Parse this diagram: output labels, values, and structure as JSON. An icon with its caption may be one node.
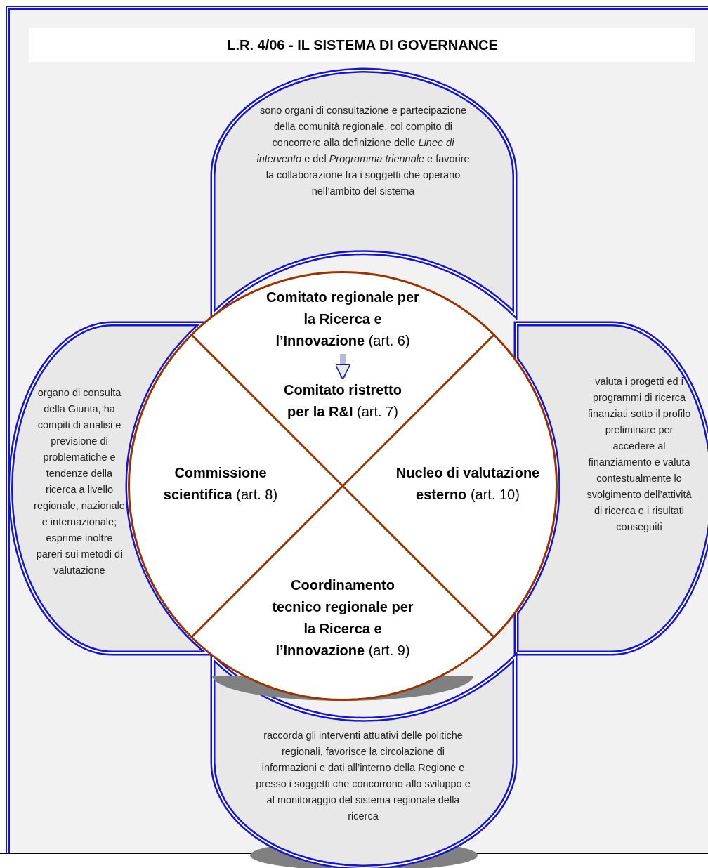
{
  "diagram": {
    "title": "L.R. 4/06 - IL SISTEMA DI GOVERNANCE",
    "nodes": [
      {
        "text": [
          "sono organi di consultazione e partecipazione della comunità regionale, col compito di concorrere alla definizione delle *Linee di intervento* e del *Programma triennale* e favorire la collaborazione fra i soggetti che operano nell’ambito del sistema"
        ]
      },
      {
        "text": [
          "organo di consulta della Giunta, ha compiti di analisi e previsione di problematiche e tendenze della ricerca a livello regionale, nazionale e internazionale; esprime inoltre pareri sui metodi di valutazione"
        ]
      },
      {
        "text": [
          "valuta i progetti ed i programmi di ricerca finanziati sotto il profilo preliminare per accedere al finanziamento e valuta contestualmente lo svolgimento dell’attività di ricerca e i risultati conseguiti"
        ]
      },
      {
        "text": [
          "raccorda gli interventi attuativi delle politiche regionali, favorisce la circolazione di informazioni e dati all’interno della Regione e presso i soggetti che concorrono allo sviluppo e al monitoraggio del sistema regionale della ricerca"
        ]
      },
      {
        "text": [],
        "shape": "circle"
      },
      {
        "text": [
          "**Comitato regionale per la Ricerca e l’Innovazione** (art. 6)"
        ],
        "in": 4
      },
      {
        "text": [
          "**Comitato ristretto per la R&I** (art. 7)"
        ],
        "in": 4
      },
      {
        "text": [
          "**Commissione scientifica** (art. 8)"
        ],
        "in": 4
      },
      {
        "text": [
          "**Nucleo di valutazione esterno** (art. 10)"
        ],
        "in": 4
      },
      {
        "text": [
          "**Coordinamento tecnico regionale per la Ricerca e l’Innovazione** (art. 9)"
        ],
        "in": 4
      }
    ],
    "edges": [
      {
        "from": 5,
        "to": 6,
        "arrow": "to"
      }
    ]
  }
}
